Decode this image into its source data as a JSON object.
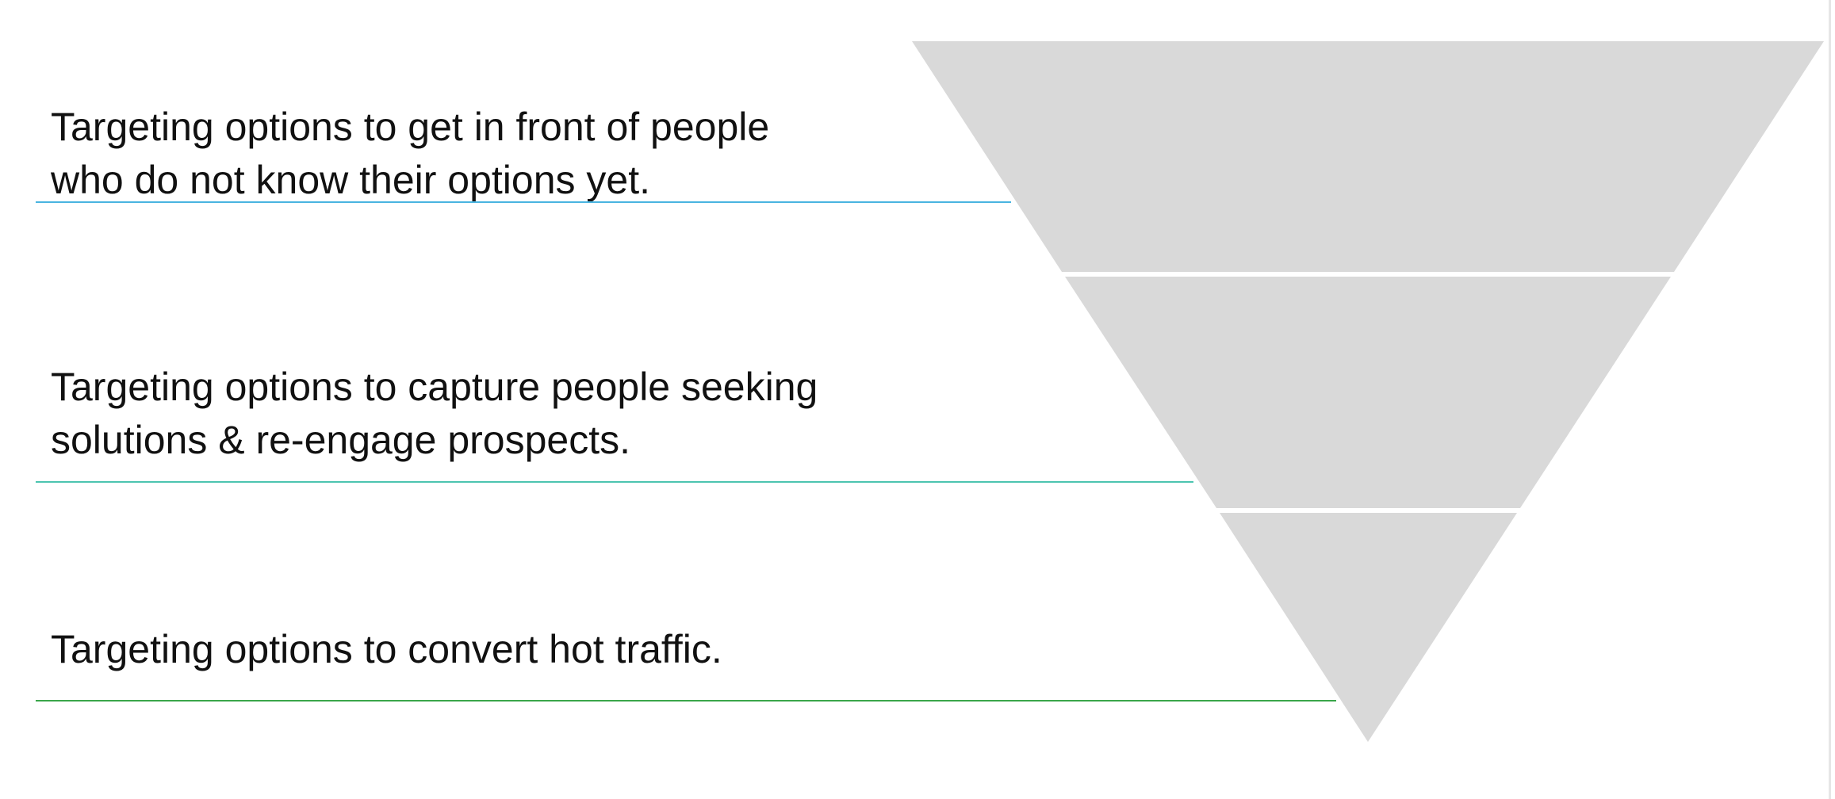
{
  "funnel": {
    "stages": [
      {
        "label": "Targeting options to get in front of people\nwho do not know their options yet.",
        "line_color": "#4ab4e0"
      },
      {
        "label": "Targeting options to capture people seeking\nsolutions & re-engage prospects.",
        "line_color": "#4cc4b0"
      },
      {
        "label": "Targeting options to convert hot traffic.",
        "line_color": "#3aa64a"
      }
    ],
    "fill_color": "#d9d9d9",
    "separator_color": "#ffffff",
    "border_color": "#e6e6e6"
  }
}
